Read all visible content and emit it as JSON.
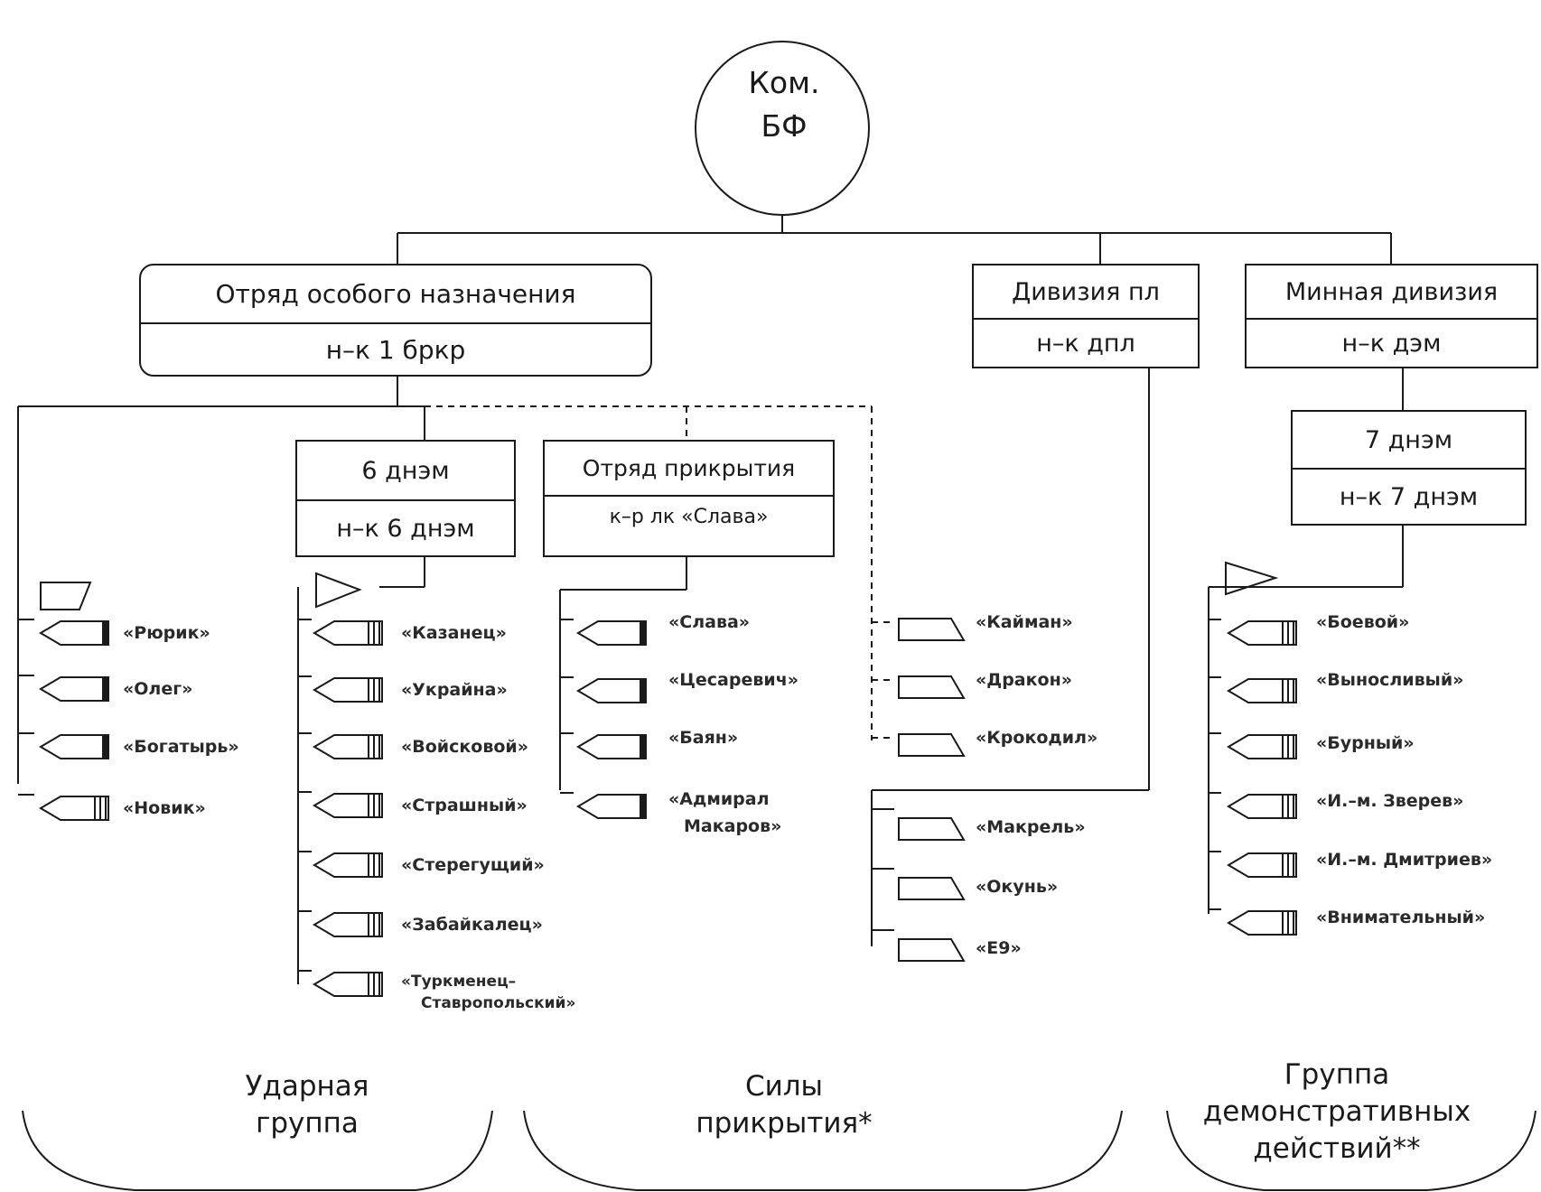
{
  "command": {
    "line1": "Ком.",
    "line2": "БФ"
  },
  "units": {
    "special_detachment": {
      "title": "Отряд особого назначения",
      "commander": "н–к 1 бркр"
    },
    "sub_division": {
      "title": "Дивизия пл",
      "commander": "н–к дпл"
    },
    "mine_division": {
      "title": "Минная дивизия",
      "commander": "н–к дэм"
    },
    "dnem6": {
      "title": "6 днэм",
      "commander": "н–к 6 днэм"
    },
    "cover_detachment": {
      "title": "Отряд прикрытия",
      "commander": "к–р лк «Слава»"
    },
    "dnem7": {
      "title": "7 днэм",
      "commander": "н–к 7 днэм"
    }
  },
  "ships": {
    "cruisers": [
      "«Рюрик»",
      "«Олег»",
      "«Богатырь»",
      "«Новик»"
    ],
    "dnem6": [
      "«Казанец»",
      "«Украйна»",
      "«Войсковой»",
      "«Страшный»",
      "«Стерегущий»",
      "«Забайкалец»",
      "«Туркменец–",
      "Ставропольский»"
    ],
    "cover": [
      "«Слава»",
      "«Цесаревич»",
      "«Баян»",
      "«Адмирал",
      "Макаров»"
    ],
    "subs_a": [
      "«Кайман»",
      "«Дракон»",
      "«Крокодил»"
    ],
    "subs_b": [
      "«Макрель»",
      "«Окунь»",
      "«Е9»"
    ],
    "dnem7": [
      "«Боевой»",
      "«Выносливый»",
      "«Бурный»",
      "«И.–м. Зверев»",
      "«И.–м. Дмитриев»",
      "«Внимательный»"
    ]
  },
  "groups": {
    "strike": {
      "line1": "Ударная",
      "line2": "группа"
    },
    "cover": {
      "line1": "Силы",
      "line2": "прикрытия*"
    },
    "demo": {
      "line1": "Группа",
      "line2": "демонстративных",
      "line3": "действий**"
    }
  }
}
